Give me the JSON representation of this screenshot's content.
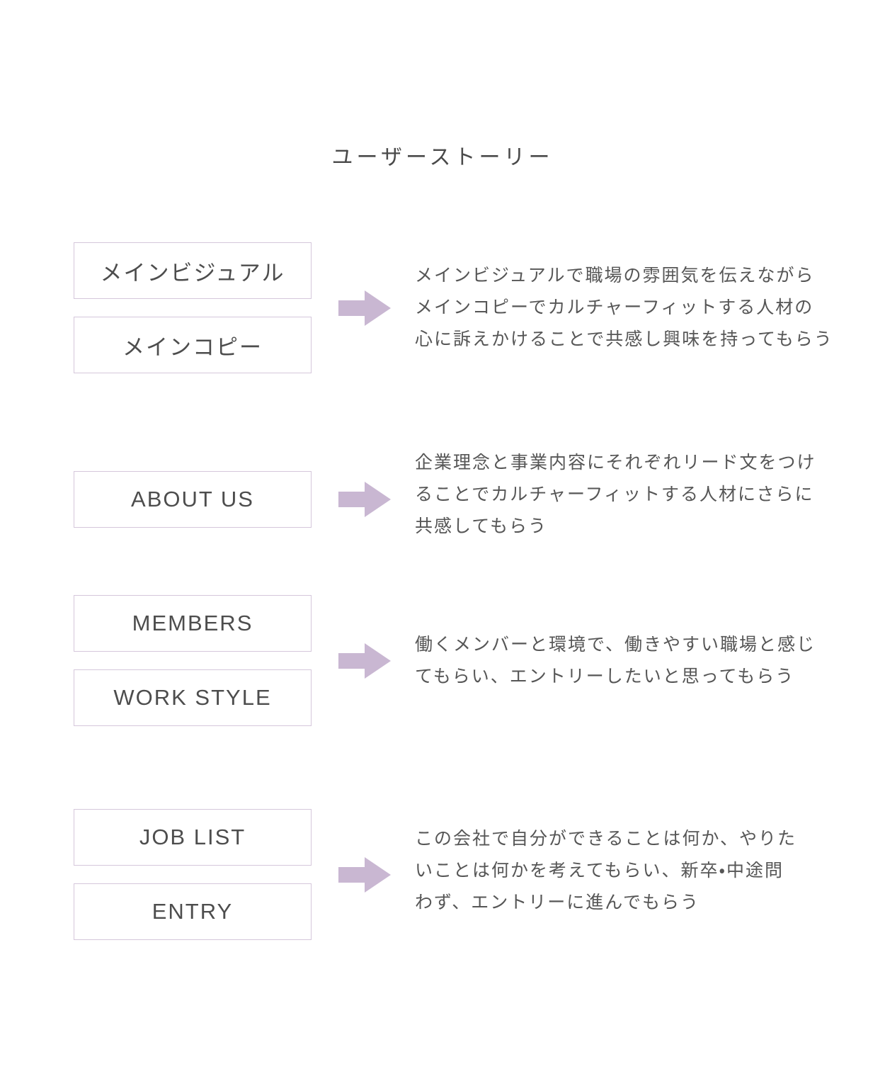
{
  "page": {
    "title": "ユーザーストーリー"
  },
  "colors": {
    "box_border": "#d5c7db",
    "arrow_fill": "#c9b7d2",
    "heading_text": "#4a4a4a",
    "box_text": "#4d4d4d",
    "description_text": "#565656"
  },
  "sections": [
    {
      "boxes": [
        "メインビジュアル",
        "メインコピー"
      ],
      "description_lines": [
        "メインビジュアルで職場の雰囲気を伝えながら",
        "メインコピーでカルチャーフィットする人材の",
        "心に訴えかけることで共感し興味を持ってもらう"
      ]
    },
    {
      "boxes": [
        "ABOUT US"
      ],
      "description_lines": [
        "企業理念と事業内容にそれぞれリード文をつけ",
        "ることでカルチャーフィットする人材にさらに",
        "共感してもらう"
      ]
    },
    {
      "boxes": [
        "MEMBERS",
        "WORK STYLE"
      ],
      "description_lines": [
        "働くメンバーと環境で、働きやすい職場と感じ",
        "てもらい、エントリーしたいと思ってもらう"
      ]
    },
    {
      "boxes": [
        "JOB LIST",
        "ENTRY"
      ],
      "description_lines": [
        "この会社で自分ができることは何か、やりた",
        "いことは何かを考えてもらい、新卒・中途問",
        "わず、エントリーに進んでもらう"
      ]
    }
  ]
}
